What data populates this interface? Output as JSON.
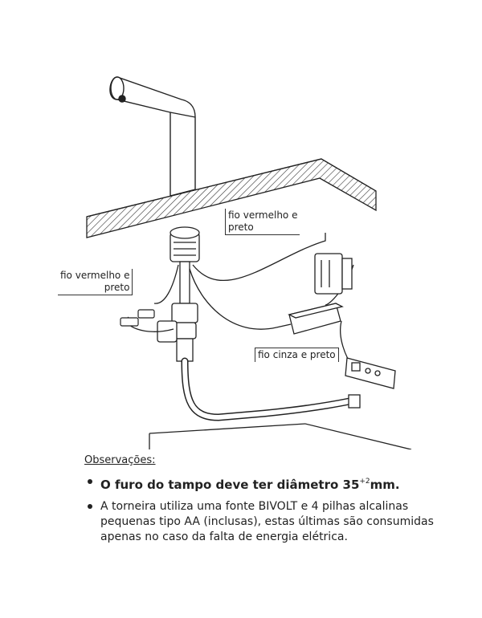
{
  "callouts": {
    "top": {
      "line1": "fio vermelho e",
      "line2": "preto"
    },
    "left": {
      "line1": "fio vermelho e",
      "line2": "preto"
    },
    "bottom": {
      "text": "fio cinza e preto"
    }
  },
  "notes": {
    "title": "Observações:",
    "item1": {
      "text": "O furo do tampo deve ter diâmetro 35",
      "sup": "+2",
      "suffix": "mm."
    },
    "item2": {
      "text": "A torneira utiliza uma fonte BIVOLT e 4 pilhas alcalinas pequenas tipo AA (inclusas), estas últimas são consumidas apenas no caso da falta de energia elétrica."
    }
  }
}
